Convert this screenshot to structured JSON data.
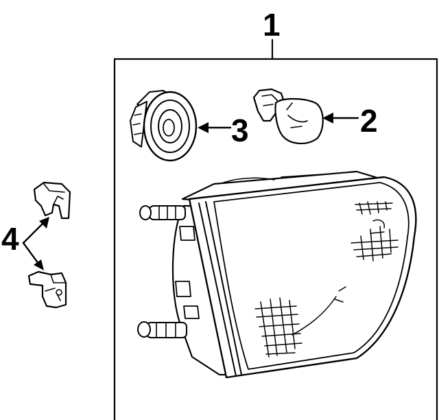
{
  "diagram": {
    "callouts": [
      {
        "id": "1",
        "label": "1",
        "part": "headlamp-assembly"
      },
      {
        "id": "2",
        "label": "2",
        "part": "bulb"
      },
      {
        "id": "3",
        "label": "3",
        "part": "socket"
      },
      {
        "id": "4",
        "label": "4",
        "part": "mounting-brackets"
      }
    ]
  }
}
